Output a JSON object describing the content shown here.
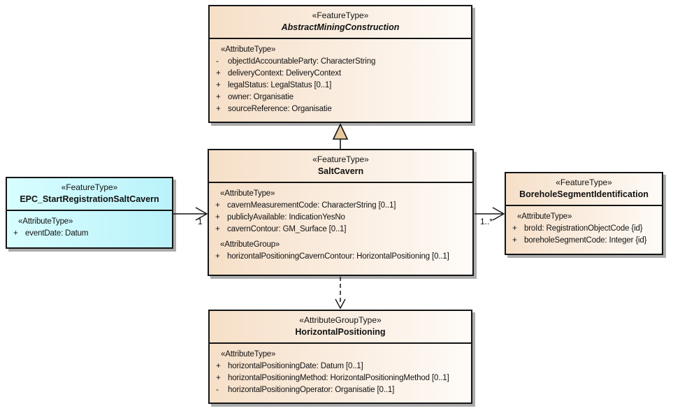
{
  "colors": {
    "box_fill_left": "#F6DFC8",
    "box_fill_right": "#FEFBF7",
    "event_fill_left": "#D8FEFF",
    "event_fill_right": "#BAF2FA",
    "border": "#141414",
    "shadow": "#ACACAC",
    "generalization_arrow_fill": "#E9C89F"
  },
  "classes": [
    {
      "stereotype": "«FeatureType»",
      "name": "AbstractMiningConstruction",
      "sections": [
        {
          "heading": "«AttributeType»",
          "attrs": [
            {
              "vis": "-",
              "text": "objectIdAccountableParty: CharacterString"
            },
            {
              "vis": "+",
              "text": "deliveryContext: DeliveryContext"
            },
            {
              "vis": "+",
              "text": "legalStatus: LegalStatus [0..1]"
            },
            {
              "vis": "+",
              "text": "owner: Organisatie"
            },
            {
              "vis": "+",
              "text": "sourceReference: Organisatie"
            }
          ]
        }
      ]
    },
    {
      "stereotype": "«FeatureType»",
      "name": "SaltCavern",
      "sections": [
        {
          "heading": "«AttributeType»",
          "attrs": [
            {
              "vis": "+",
              "text": "cavernMeasurementCode: CharacterString [0..1]"
            },
            {
              "vis": "+",
              "text": "publiclyAvailable: IndicationYesNo"
            },
            {
              "vis": "+",
              "text": "cavernContour: GM_Surface [0..1]"
            }
          ]
        },
        {
          "heading": "«AttributeGroup»",
          "attrs": [
            {
              "vis": "+",
              "text": "horizontalPositioningCavernContour: HorizontalPositioning [0..1]"
            }
          ]
        }
      ]
    },
    {
      "stereotype": "«FeatureType»",
      "name": "EPC_StartRegistrationSaltCavern",
      "sections": [
        {
          "heading": "«AttributeType»",
          "attrs": [
            {
              "vis": "+",
              "text": "eventDate: Datum"
            }
          ]
        }
      ]
    },
    {
      "stereotype": "«FeatureType»",
      "name": "BoreholeSegmentIdentification",
      "sections": [
        {
          "heading": "«AttributeType»",
          "attrs": [
            {
              "vis": "+",
              "text": "broId: RegistrationObjectCode {id}"
            },
            {
              "vis": "+",
              "text": "boreholeSegmentCode: Integer {id}"
            }
          ]
        }
      ]
    },
    {
      "stereotype": "«AttributeGroupType»",
      "name": "HorizontalPositioning",
      "sections": [
        {
          "heading": "«AttributeType»",
          "attrs": [
            {
              "vis": "+",
              "text": "horizontalPositioningDate: Datum [0..1]"
            },
            {
              "vis": "+",
              "text": "horizontalPositioningMethod: HorizontalPositioningMethod [0..1]"
            },
            {
              "vis": "-",
              "text": "horizontalPositioningOperator: Organisatie [0..1]"
            }
          ]
        }
      ]
    }
  ],
  "connectors": {
    "left_multiplicity": "1",
    "right_multiplicity": "1..*"
  }
}
